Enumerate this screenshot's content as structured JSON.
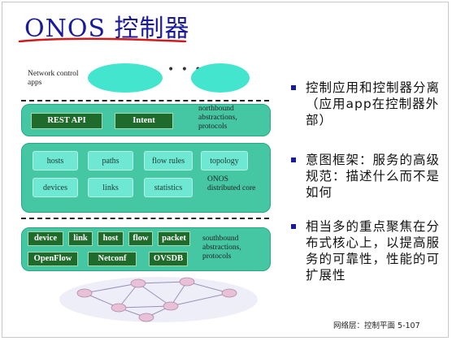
{
  "title": "ONOS 控制器",
  "app_layer_label": "Network control apps",
  "ellipsis": "• • •",
  "northbound": {
    "buttons": [
      "REST    API",
      "Intent"
    ],
    "label": "northbound abstractions, protocols"
  },
  "core": {
    "row1": [
      "hosts",
      "paths",
      "flow rules",
      "topology"
    ],
    "row2": [
      "devices",
      "links",
      "statistics"
    ],
    "label": "ONOS distributed core"
  },
  "southbound": {
    "row1": [
      "device",
      "link",
      "host",
      "flow",
      "packet"
    ],
    "row2": [
      "OpenFlow",
      "Netconf",
      "OVSDB"
    ],
    "label": "southbound abstractions, protocols"
  },
  "bullets": [
    "控制应用和控制器分离（应用app在控制器外部）",
    "意图框架：服务的高级规范：描述什么而不是如何",
    "相当多的重点聚焦在分布式核心上，以提高服务的可靠性，性能的可扩展性"
  ],
  "footer": "网络层：控制平面 5-107",
  "colors": {
    "title": "#1a1a9c",
    "panel": "#45c7a4",
    "dark_button": "#1f6b2c",
    "light_button": "#6fe8d3",
    "app_oval": "#44e5ce",
    "underline": "#d11a1a"
  }
}
